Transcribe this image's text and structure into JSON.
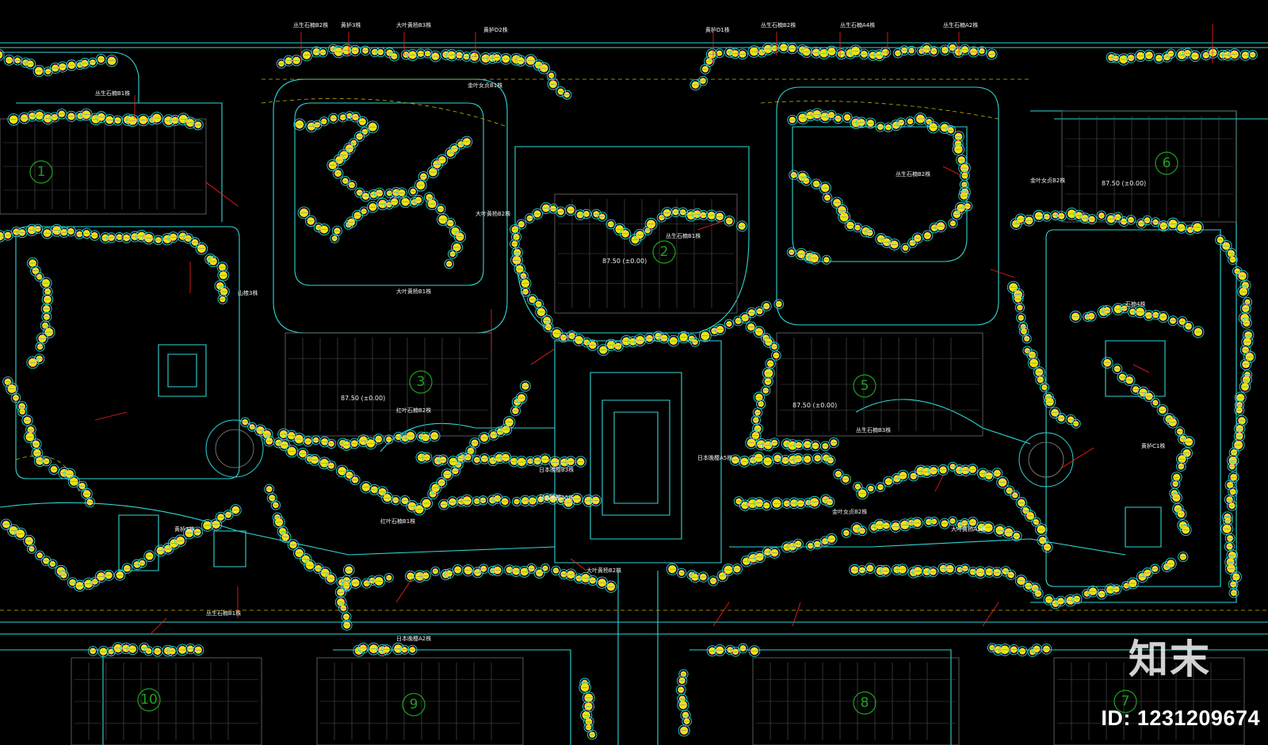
{
  "colors": {
    "background": "#000000",
    "boundary": "#2fd6d6",
    "tree_canopy": "#e8e800",
    "tree_ring": "#28d7d7",
    "leader": "#ff2020",
    "label": "#f2f2f2",
    "building_number": "#1ea01e",
    "dashed_line": "#c8b400"
  },
  "building_numbers": [
    "1",
    "2",
    "3",
    "5",
    "6",
    "10",
    "9",
    "8",
    "7"
  ],
  "elevation_labels": [
    "87.50 (±0.00)",
    "87.50 (±0.00)",
    "87.50 (±0.00)",
    "87.50 (±0.00)"
  ],
  "plant_labels": [
    "丛生石楠B2株",
    "黄栌3株",
    "大叶黄杨B3株",
    "黄栌D2株",
    "丛生石楠A4株",
    "丛生石楠B2株",
    "丛生石楠A2株",
    "黄栌D1株",
    "丛生石楠B1株",
    "大叶黄杨B2株",
    "金叶女贞B1株",
    "丛生石楠B2株",
    "红叶石楠B1株",
    "日本晚樱A5株",
    "大叶黄杨B1株",
    "金叶女贞B2株",
    "石楠4株",
    "日本晚樱B3株",
    "黄栌3株",
    "山楂3株",
    "丛生石楠B3株",
    "日本晚樱A2株",
    "大叶黄杨B2株",
    "丛生石楠B1株",
    "黄栌C1株",
    "日本晚樱A5株",
    "丛生石楠B1株",
    "大叶黄杨A1株",
    "金叶女贞B2株",
    "红叶石楠B2株"
  ],
  "watermark": {
    "logo": "知末",
    "id": "ID: 1231209674"
  }
}
